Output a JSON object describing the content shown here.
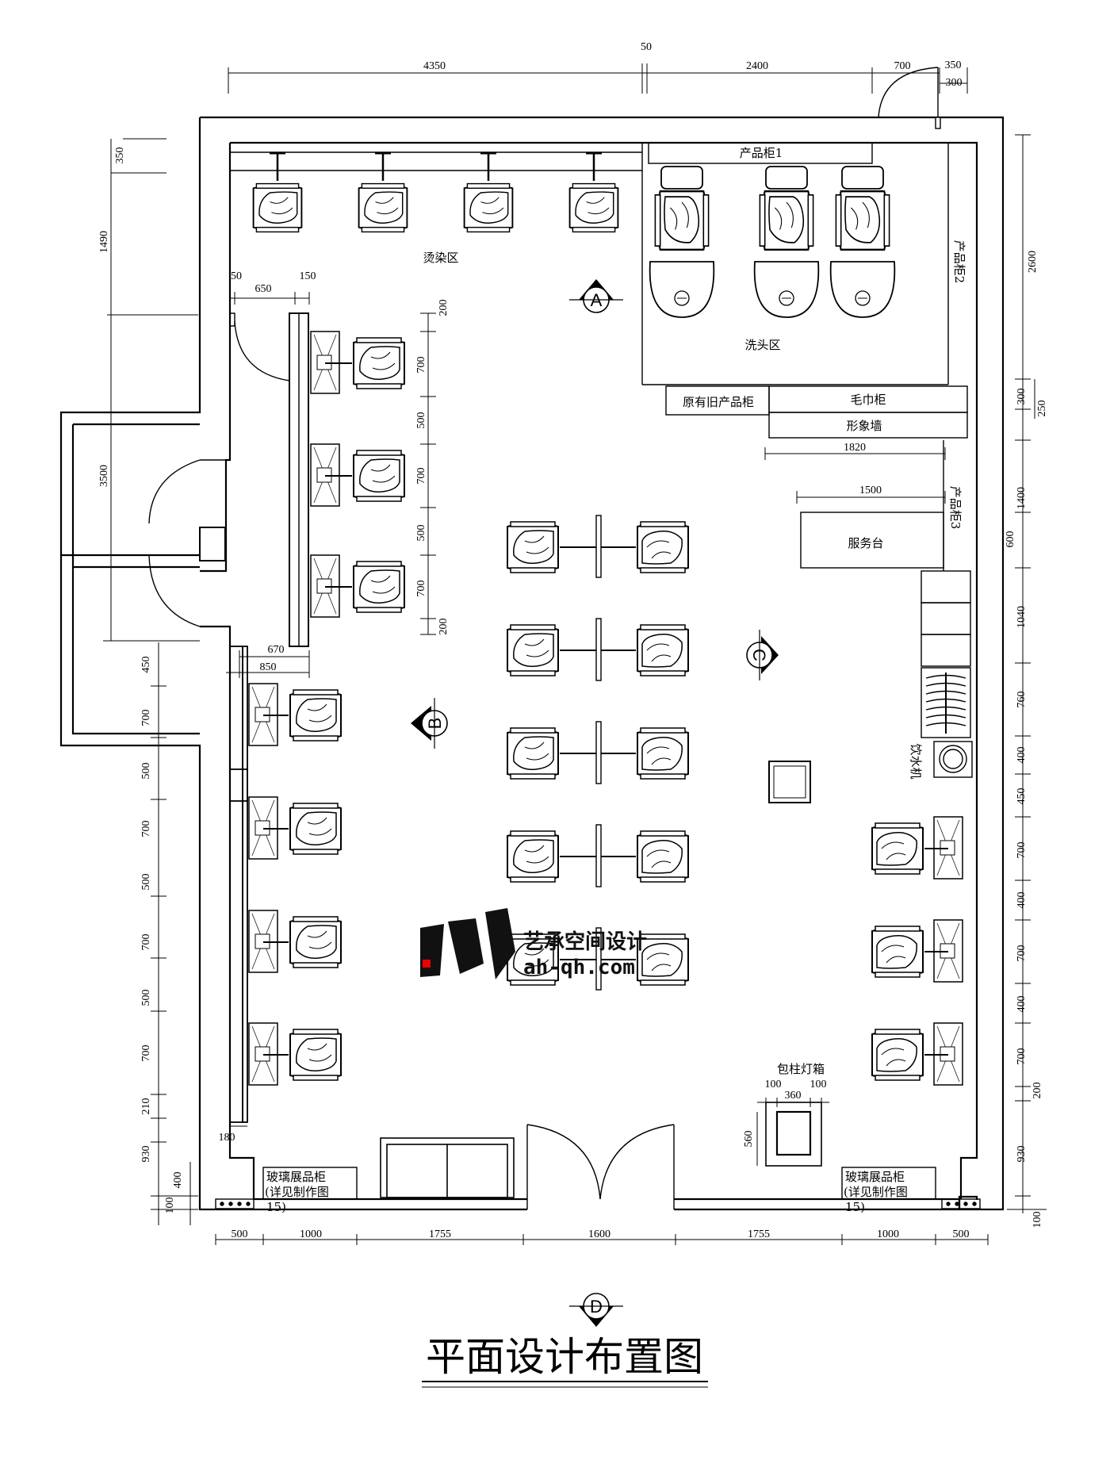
{
  "title": "平面设计布置图",
  "zones": {
    "perm_dye": "烫染区",
    "wash": "洗头区",
    "product_cabinet_1": "产品柜1",
    "product_cabinet_2": "产品柜2",
    "product_cabinet_3": "产品柜3",
    "old_product_cabinet": "原有旧产品柜",
    "towel_cabinet": "毛巾柜",
    "image_wall": "形象墙",
    "service_desk": "服务台",
    "water_dispenser": "饮水机",
    "column_lightbox": "包柱灯箱",
    "glass_cabinet_left_1": "玻璃展品柜",
    "glass_cabinet_left_2": "(详见制作图",
    "glass_cabinet_left_3": "15)",
    "glass_cabinet_right_1": "玻璃展品柜",
    "glass_cabinet_right_2": "(详见制作图",
    "glass_cabinet_right_3": "15)"
  },
  "section_marks": {
    "a": "A",
    "b": "B",
    "c": "C",
    "d": "D"
  },
  "dims": {
    "top_4350": "4350",
    "top_50": "50",
    "top_2400": "2400",
    "top_700": "700",
    "top_350": "350",
    "top_300": "300",
    "left_350": "350",
    "left_1490": "1490",
    "left_3500": "3500",
    "left_450": "450",
    "left_700a": "700",
    "left_500a": "500",
    "left_700b": "700",
    "left_500b": "500",
    "left_700c": "700",
    "left_500c": "500",
    "left_700d": "700",
    "left_210": "210",
    "left_930": "930",
    "left_400": "400",
    "left_100": "100",
    "door_50": "50",
    "door_650": "650",
    "door_150": "150",
    "col_200a": "200",
    "col_700a": "700",
    "col_500a": "500",
    "col_700b": "700",
    "col_500b": "500",
    "col_700c": "700",
    "col_200b": "200",
    "inner_670": "670",
    "inner_850": "850",
    "inner_180": "180",
    "right_2600": "2600",
    "right_300": "300",
    "right_250": "250",
    "right_1400": "1400",
    "right_600": "600",
    "right_1040": "1040",
    "right_760": "760",
    "right_400a": "400",
    "right_450": "450",
    "right_700a": "700",
    "right_400b": "400",
    "right_700b": "700",
    "right_400c": "400",
    "right_700c": "700",
    "right_200": "200",
    "right_930": "930",
    "right_100": "100",
    "mid_1820": "1820",
    "mid_1500": "1500",
    "box_100a": "100",
    "box_360": "360",
    "box_100b": "100",
    "box_560": "560",
    "bot_500a": "500",
    "bot_1000a": "1000",
    "bot_1755a": "1755",
    "bot_1600": "1600",
    "bot_1755b": "1755",
    "bot_1000b": "1000",
    "bot_500b": "500"
  },
  "watermark": {
    "brand": "艺承空间设计",
    "site": "ah-qh.com"
  }
}
